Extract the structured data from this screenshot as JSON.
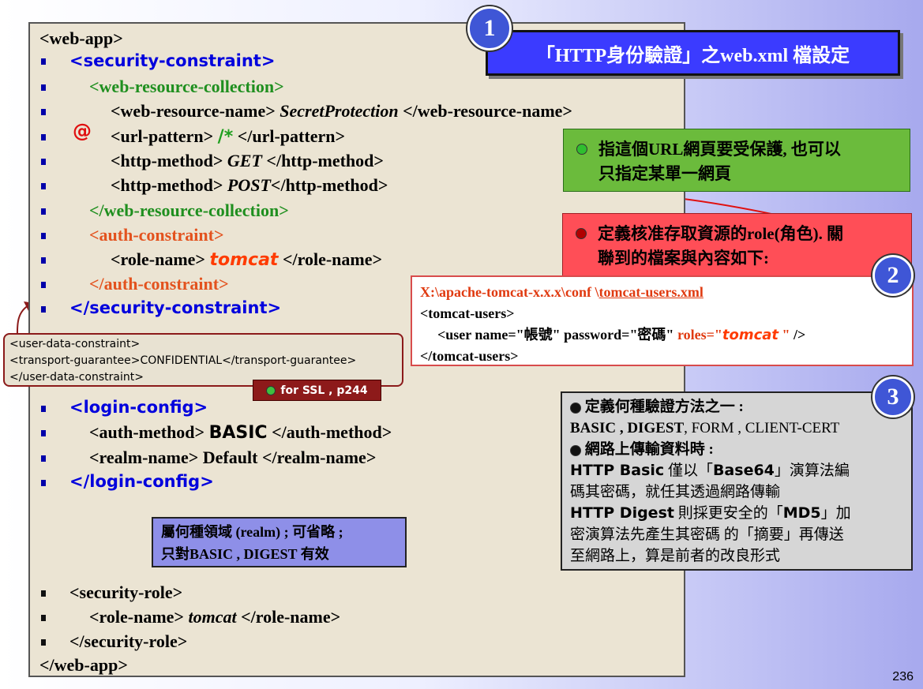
{
  "title": "「HTTP身份驗證」之web.xml 檔設定",
  "badges": {
    "one": "1",
    "two": "2",
    "three": "3"
  },
  "code": {
    "web_app_open": "<web-app>",
    "security_constraint_open": "<security-constraint>",
    "wrc_open": "<web-resource-collection>",
    "wrn_open": "<web-resource-name>",
    "wrn_value": "SecretProtection",
    "wrn_close": "</web-resource-name>",
    "at_symbol": "@",
    "url_open": "<url-pattern>",
    "url_value": "/*",
    "url_close": "</url-pattern>",
    "hm_open": "<http-method>",
    "hm_get": "GET",
    "hm_close": "</http-method>",
    "hm_post": "POST",
    "wrc_close": "</web-resource-collection>",
    "ac_open": "<auth-constraint>",
    "rn_open": "<role-name>",
    "rn_tomcat": "tomcat",
    "rn_close": "</role-name>",
    "ac_close": "</auth-constraint>",
    "security_constraint_close": "</security-constraint>",
    "login_open": "<login-config>",
    "am_open": "<auth-method>",
    "am_value": "BASIC",
    "am_close": "</auth-method>",
    "realm_line": "<realm-name> Default </realm-name>",
    "login_close": "</login-config>",
    "sr_open": "<security-role>",
    "sr_role_open": "<role-name>",
    "sr_role_value": "tomcat",
    "sr_role_close": "</role-name>",
    "sr_close": "</security-role>",
    "web_app_close": "</web-app>"
  },
  "udc": {
    "line1": "<user-data-constraint>",
    "line2": "<transport-guarantee>CONFIDENTIAL</transport-guarantee>",
    "line3": "</user-data-constraint>"
  },
  "ssl_tag": "for SSL , p244",
  "green_callout": {
    "line1": "指這個URL網頁要受保護, 也可以",
    "line2": "只指定某單一網頁"
  },
  "red_callout": {
    "line1": "定義核准存取資源的role(角色). 關",
    "line2": "聯到的檔案與內容如下:"
  },
  "tomcat_file": {
    "path_prefix": "X:\\apache-tomcat-x.x.x\\conf \\",
    "path_file": "tomcat-users.xml",
    "line2": "<tomcat-users>",
    "user_prefix": "<user name=\"帳號\" password=\"密碼\"",
    "roles_label": "roles=\"",
    "roles_value": "tomcat",
    "roles_suffix": " \"",
    "user_close": " />",
    "line4": "</tomcat-users>"
  },
  "auth_box": {
    "heading1": "定義何種驗證方法之一 :",
    "methods_highlight": "BASIC , DIGEST",
    "methods_rest": ", FORM , CLIENT-CERT",
    "heading2": "網路上傳輸資料時 :",
    "basic_label": "HTTP Basic",
    "basic_text1": "僅以「",
    "basic_b64": "Base64",
    "basic_text2": "」演算法編",
    "basic_line2": "碼其密碼，就任其透過網路傳輸",
    "digest_label": "HTTP Digest",
    "digest_text1": "則採更安全的「",
    "digest_md5": "MD5",
    "digest_text2": "」加",
    "digest_line2": "密演算法先產生其密碼 的「摘要」再傳送",
    "digest_line3": "至網路上，算是前者的改良形式"
  },
  "realm_box": {
    "line1": "屬何種領域 (realm) ; 可省略 ;",
    "line2": "只對BASIC , DIGEST 有效"
  },
  "page_number": "236",
  "colors": {
    "title_bg": "#3b3bff",
    "green_callout": "#6bbb3c",
    "red_callout": "#ff4e57",
    "code_bg": "#ebe4d3",
    "tag_blue": "#0000dd",
    "tag_orange": "#e3521e",
    "tag_green": "#1f8f1f"
  }
}
